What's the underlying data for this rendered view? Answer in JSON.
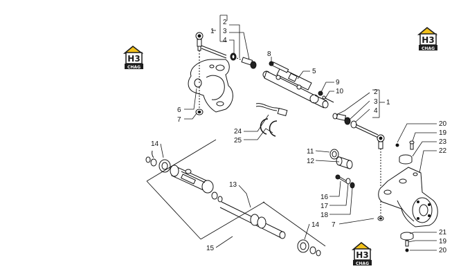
{
  "brand": {
    "logo_mark": "H3",
    "logo_word": "CHAG",
    "roof_color": "#f2c11a",
    "dark_color": "#1c1c1c"
  },
  "callouts": [
    "1",
    "2",
    "3",
    "4",
    "5",
    "6",
    "7",
    "8",
    "9",
    "10",
    "11",
    "12",
    "13",
    "14",
    "15",
    "16",
    "17",
    "18",
    "19",
    "20",
    "21",
    "22",
    "23",
    "24",
    "25"
  ]
}
